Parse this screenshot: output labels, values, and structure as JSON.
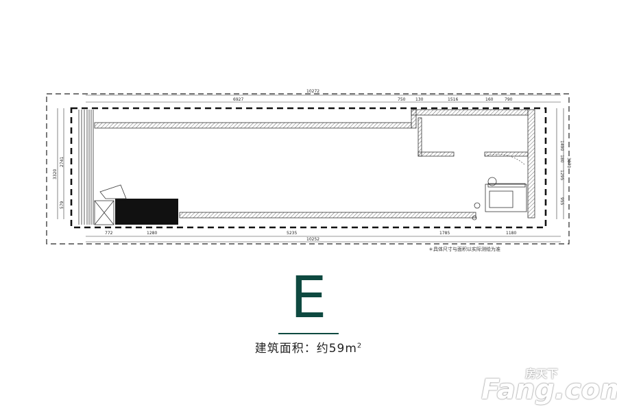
{
  "plan": {
    "dims_top": [
      "10272",
      "6927",
      "750",
      "130",
      "1516",
      "160",
      "790"
    ],
    "dims_bottom": [
      "772",
      "1280",
      "5235",
      "1785",
      "1180",
      "10252"
    ],
    "dims_left": [
      "3320",
      "2741",
      "579"
    ],
    "dims_right": [
      "1490",
      "180",
      "1295",
      "955",
      "3870"
    ],
    "note": "＊具体尺寸与面积以实际测绘为准"
  },
  "unit": {
    "letter": "E",
    "area_label": "建筑面积：约59m",
    "area_sup": "2"
  },
  "watermark": {
    "cn": "房天下",
    "en": "Fang.com"
  }
}
